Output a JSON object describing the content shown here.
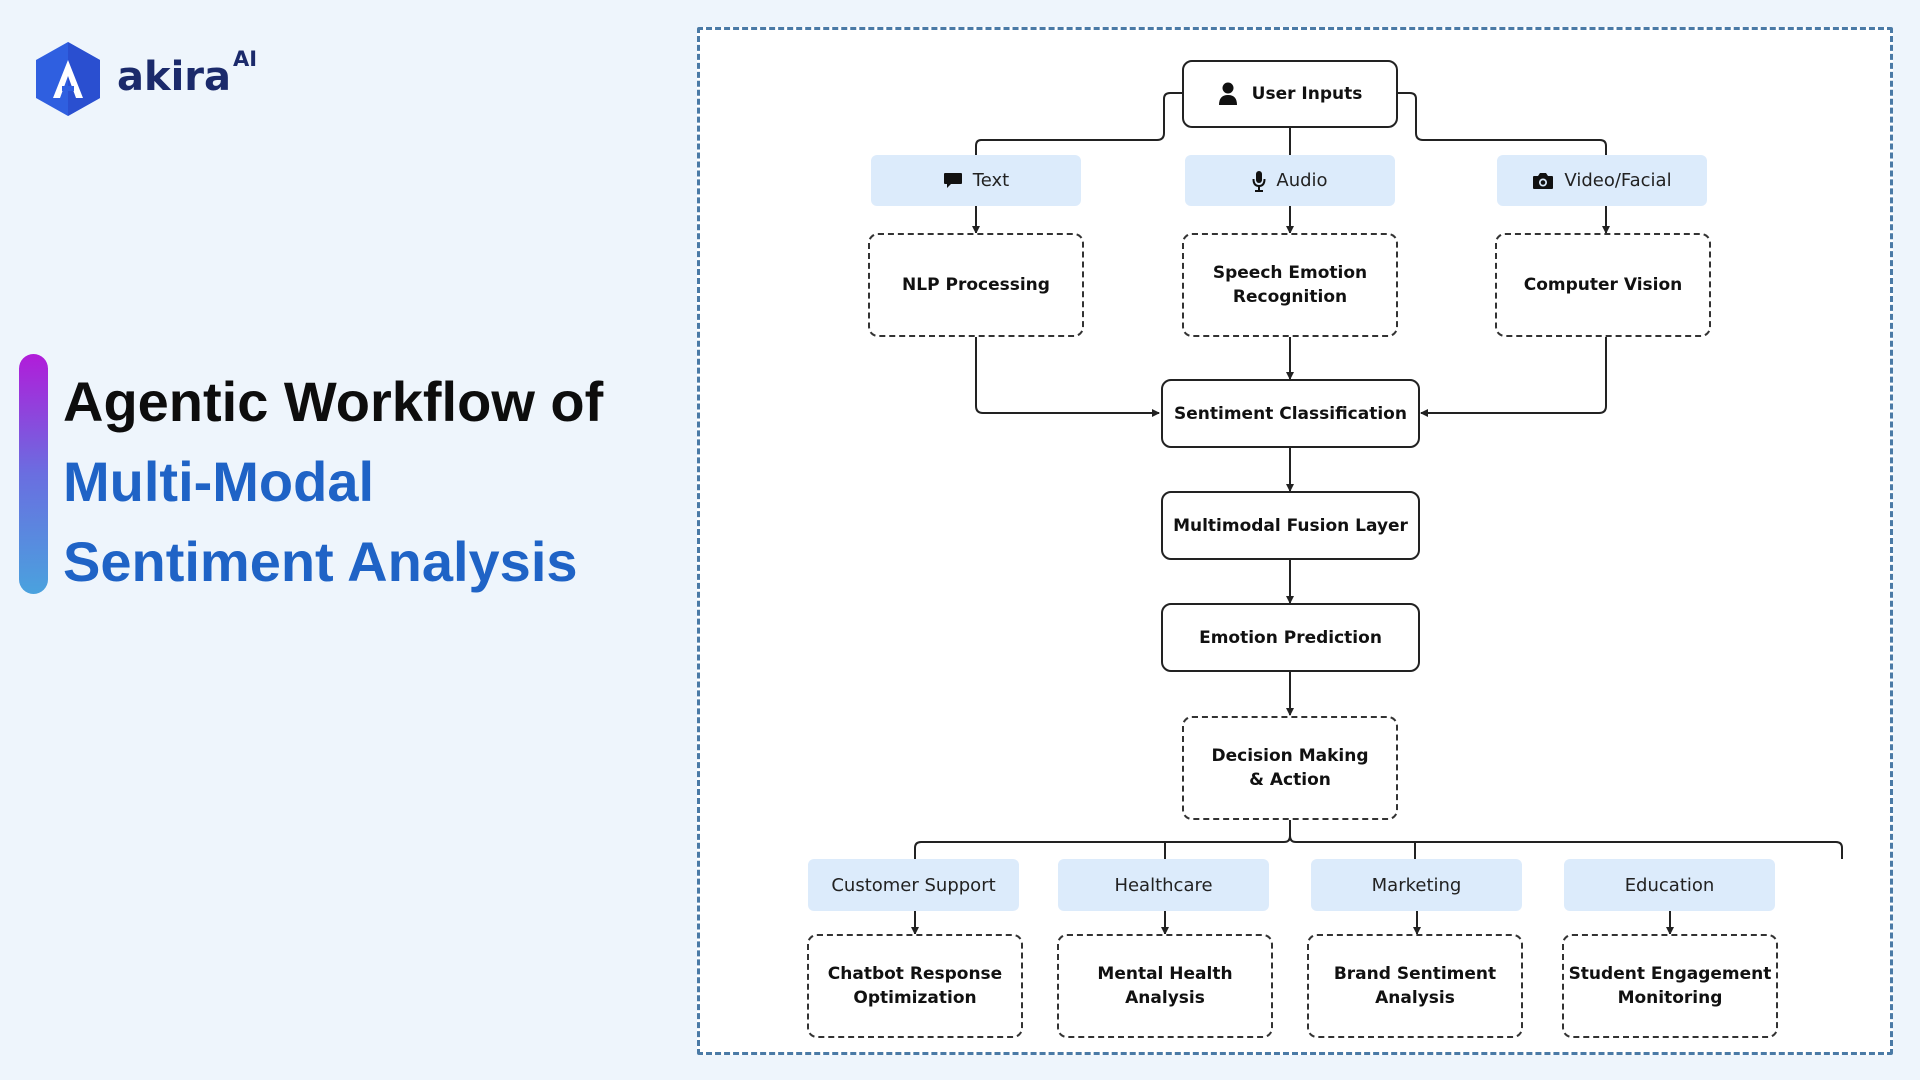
{
  "brand": {
    "name": "akira",
    "superscript": "AI"
  },
  "heading": {
    "line1": "Agentic Workflow of",
    "line2": "Multi-Modal",
    "line3": "Sentiment Analysis"
  },
  "diagram": {
    "user_inputs": {
      "label": "User Inputs",
      "icon": "user-icon"
    },
    "inputs": [
      {
        "label": "Text",
        "icon": "chat-bubble-icon"
      },
      {
        "label": "Audio",
        "icon": "microphone-icon"
      },
      {
        "label": "Video/Facial",
        "icon": "camera-icon"
      }
    ],
    "processors": [
      {
        "line1": "NLP Processing",
        "line2": ""
      },
      {
        "line1": "Speech Emotion",
        "line2": "Recognition"
      },
      {
        "line1": "Computer Vision",
        "line2": ""
      }
    ],
    "pipeline": {
      "classification": "Sentiment Classification",
      "fusion": "Multimodal Fusion Layer",
      "prediction": "Emotion Prediction",
      "decision_line1": "Decision Making",
      "decision_line2": "& Action"
    },
    "applications": [
      {
        "area": "Customer Support",
        "line1": "Chatbot Response",
        "line2": "Optimization"
      },
      {
        "area": "Healthcare",
        "line1": "Mental Health",
        "line2": "Analysis"
      },
      {
        "area": "Marketing",
        "line1": "Brand Sentiment",
        "line2": "Analysis"
      },
      {
        "area": "Education",
        "line1": "Student Engagement",
        "line2": "Monitoring"
      }
    ]
  },
  "colors": {
    "accent_blue": "#1f63c6",
    "chip_bg": "#dcebfb",
    "panel_border": "#4a7aa6",
    "brand_navy": "#1b2a6b"
  }
}
